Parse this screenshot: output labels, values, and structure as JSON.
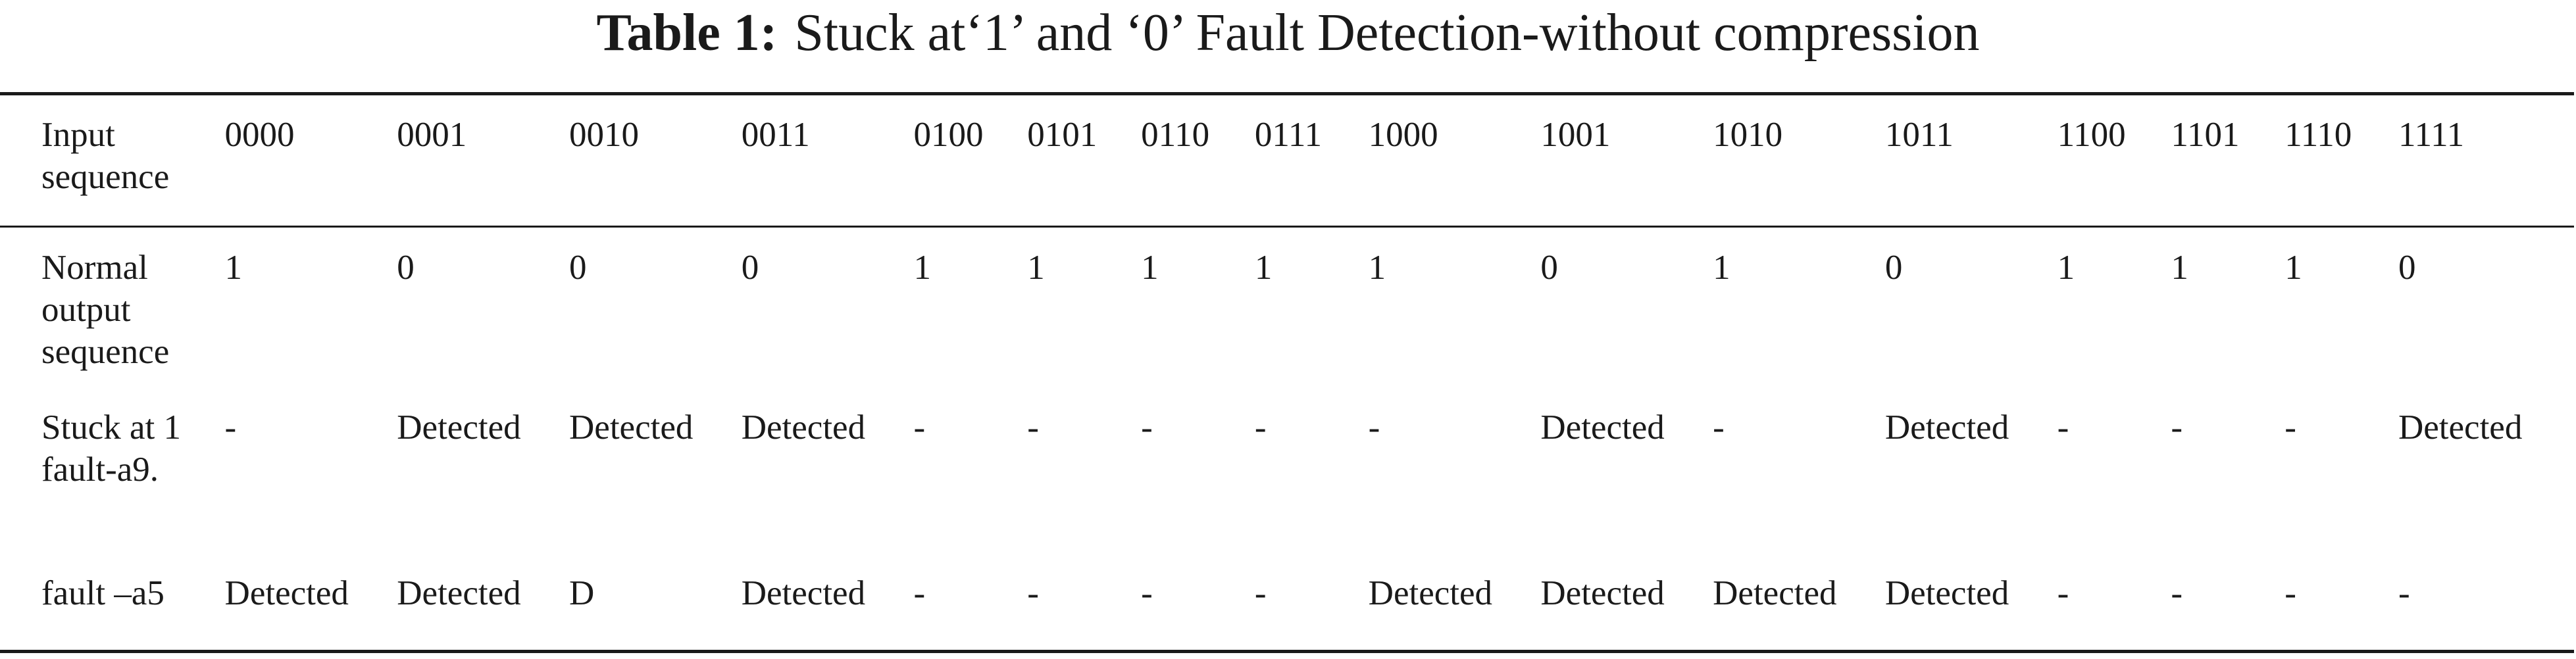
{
  "caption": {
    "label": "Table 1:",
    "title": "Stuck at‘1’ and ‘0’ Fault Detection-without compression"
  },
  "table": {
    "rows": [
      {
        "header": "Input sequence",
        "cells": [
          "0000",
          "0001",
          "0010",
          "0011",
          "0100",
          "0101",
          "0110",
          "0111",
          "1000",
          "1001",
          "1010",
          "1011",
          "1100",
          "1101",
          "1110",
          "1111"
        ]
      },
      {
        "header": "Normal output sequence",
        "cells": [
          "1",
          "0",
          "0",
          "0",
          "1",
          "1",
          "1",
          "1",
          "1",
          "0",
          "1",
          "0",
          "1",
          "1",
          "1",
          "0"
        ]
      },
      {
        "header": "Stuck at 1 fault-a9.",
        "cells": [
          "-",
          "Detected",
          "Detected",
          "Detected",
          "-",
          "-",
          "-",
          "-",
          "-",
          "Detected",
          "-",
          "Detected",
          "-",
          "-",
          "-",
          "Detected"
        ]
      },
      {
        "header": "fault –a5",
        "cells": [
          "Detected",
          "Detected",
          "D",
          "Detected",
          "-",
          "-",
          "-",
          "-",
          "Detected",
          "Detected",
          "Detected",
          "Detected",
          "-",
          "-",
          "-",
          "-"
        ]
      }
    ]
  }
}
